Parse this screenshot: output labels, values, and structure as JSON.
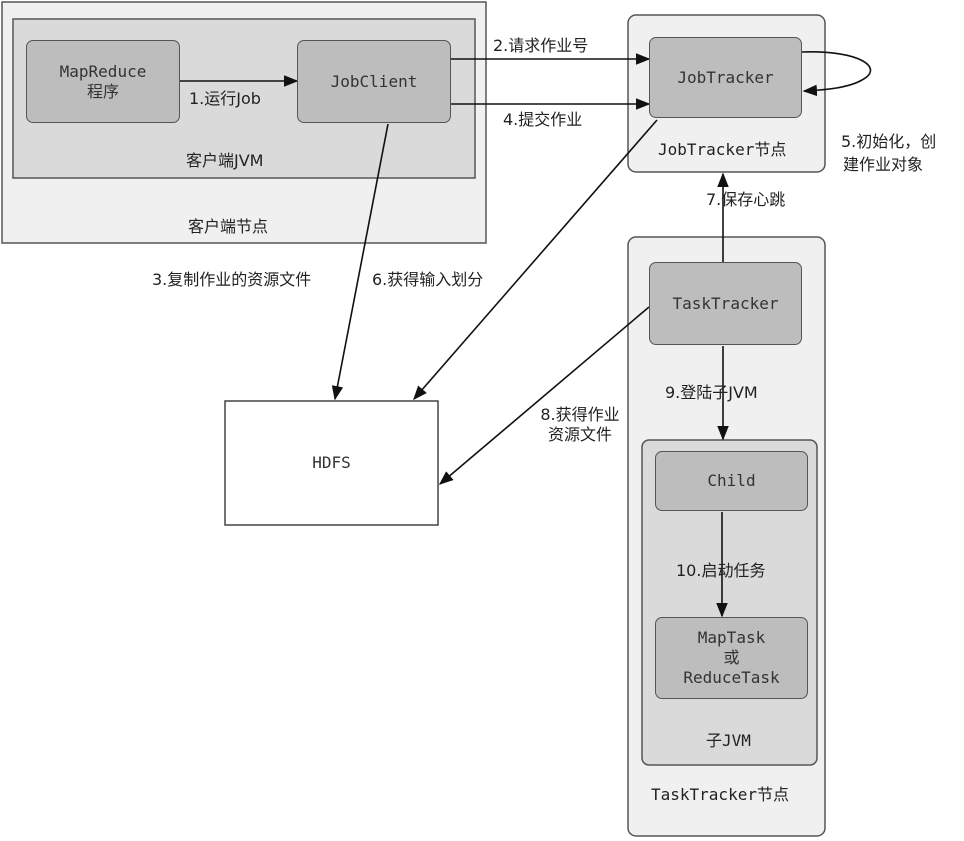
{
  "nodes": {
    "client_node": "客户端节点",
    "client_jvm": "客户端JVM",
    "mapreduce_line1": "MapReduce",
    "mapreduce_line2": "程序",
    "jobclient": "JobClient",
    "jobtracker": "JobTracker",
    "jobtracker_node": "JobTracker节点",
    "hdfs": "HDFS",
    "tasktracker": "TaskTracker",
    "tasktracker_node": "TaskTracker节点",
    "child": "Child",
    "maptask_line1": "MapTask",
    "maptask_line2": "或",
    "maptask_line3": "ReduceTask",
    "child_jvm": "子JVM"
  },
  "steps": {
    "s1": "1.运行Job",
    "s2": "2.请求作业号",
    "s3": "3.复制作业的资源文件",
    "s4": "4.提交作业",
    "s5_line1": "5.初始化，创",
    "s5_line2": "建作业对象",
    "s6": "6.获得输入划分",
    "s7": "7.保存心跳",
    "s8_line1": "8.获得作业",
    "s8_line2": "资源文件",
    "s9": "9.登陆子JVM",
    "s10": "10.启动任务"
  }
}
